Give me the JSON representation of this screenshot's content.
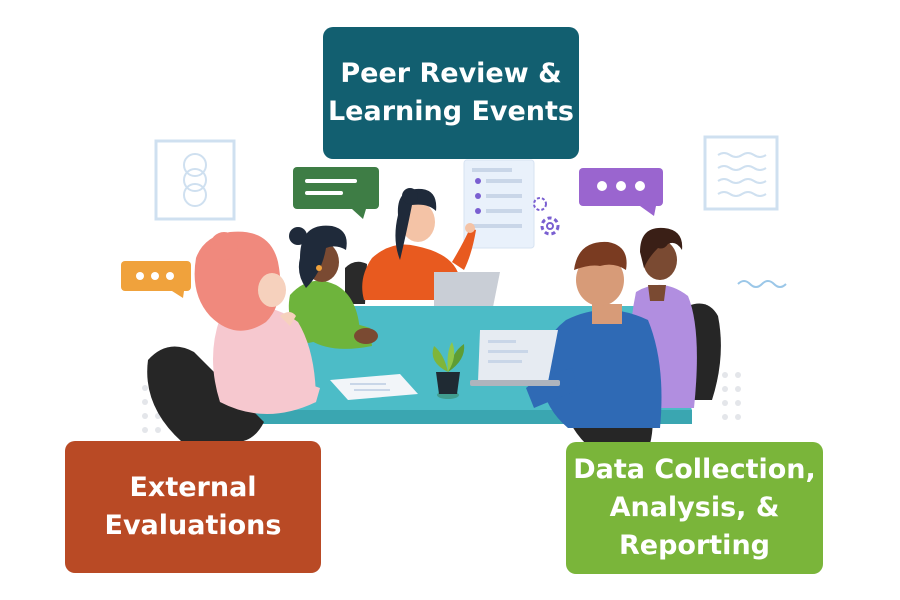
{
  "colors": {
    "peer_box": "#125f70",
    "external_box": "#b94a25",
    "data_box": "#7ab53a",
    "table": "#4cbcc7",
    "bubble_green": "#3e7d45",
    "bubble_orange": "#f0a23c",
    "bubble_purple": "#9a65cf",
    "frame": "#cfe0f0"
  },
  "boxes": {
    "peer": {
      "lines": [
        "Peer Review &",
        "Learning Events"
      ]
    },
    "external": {
      "lines": [
        "External",
        "Evaluations"
      ]
    },
    "data": {
      "lines": [
        "Data Collection,",
        "Analysis, &",
        "Reporting"
      ]
    }
  },
  "icons": [
    "chat-bubble-icon",
    "ellipsis-bubble-icon",
    "checklist-board-icon",
    "gear-icon",
    "plant-icon",
    "laptop-icon"
  ]
}
